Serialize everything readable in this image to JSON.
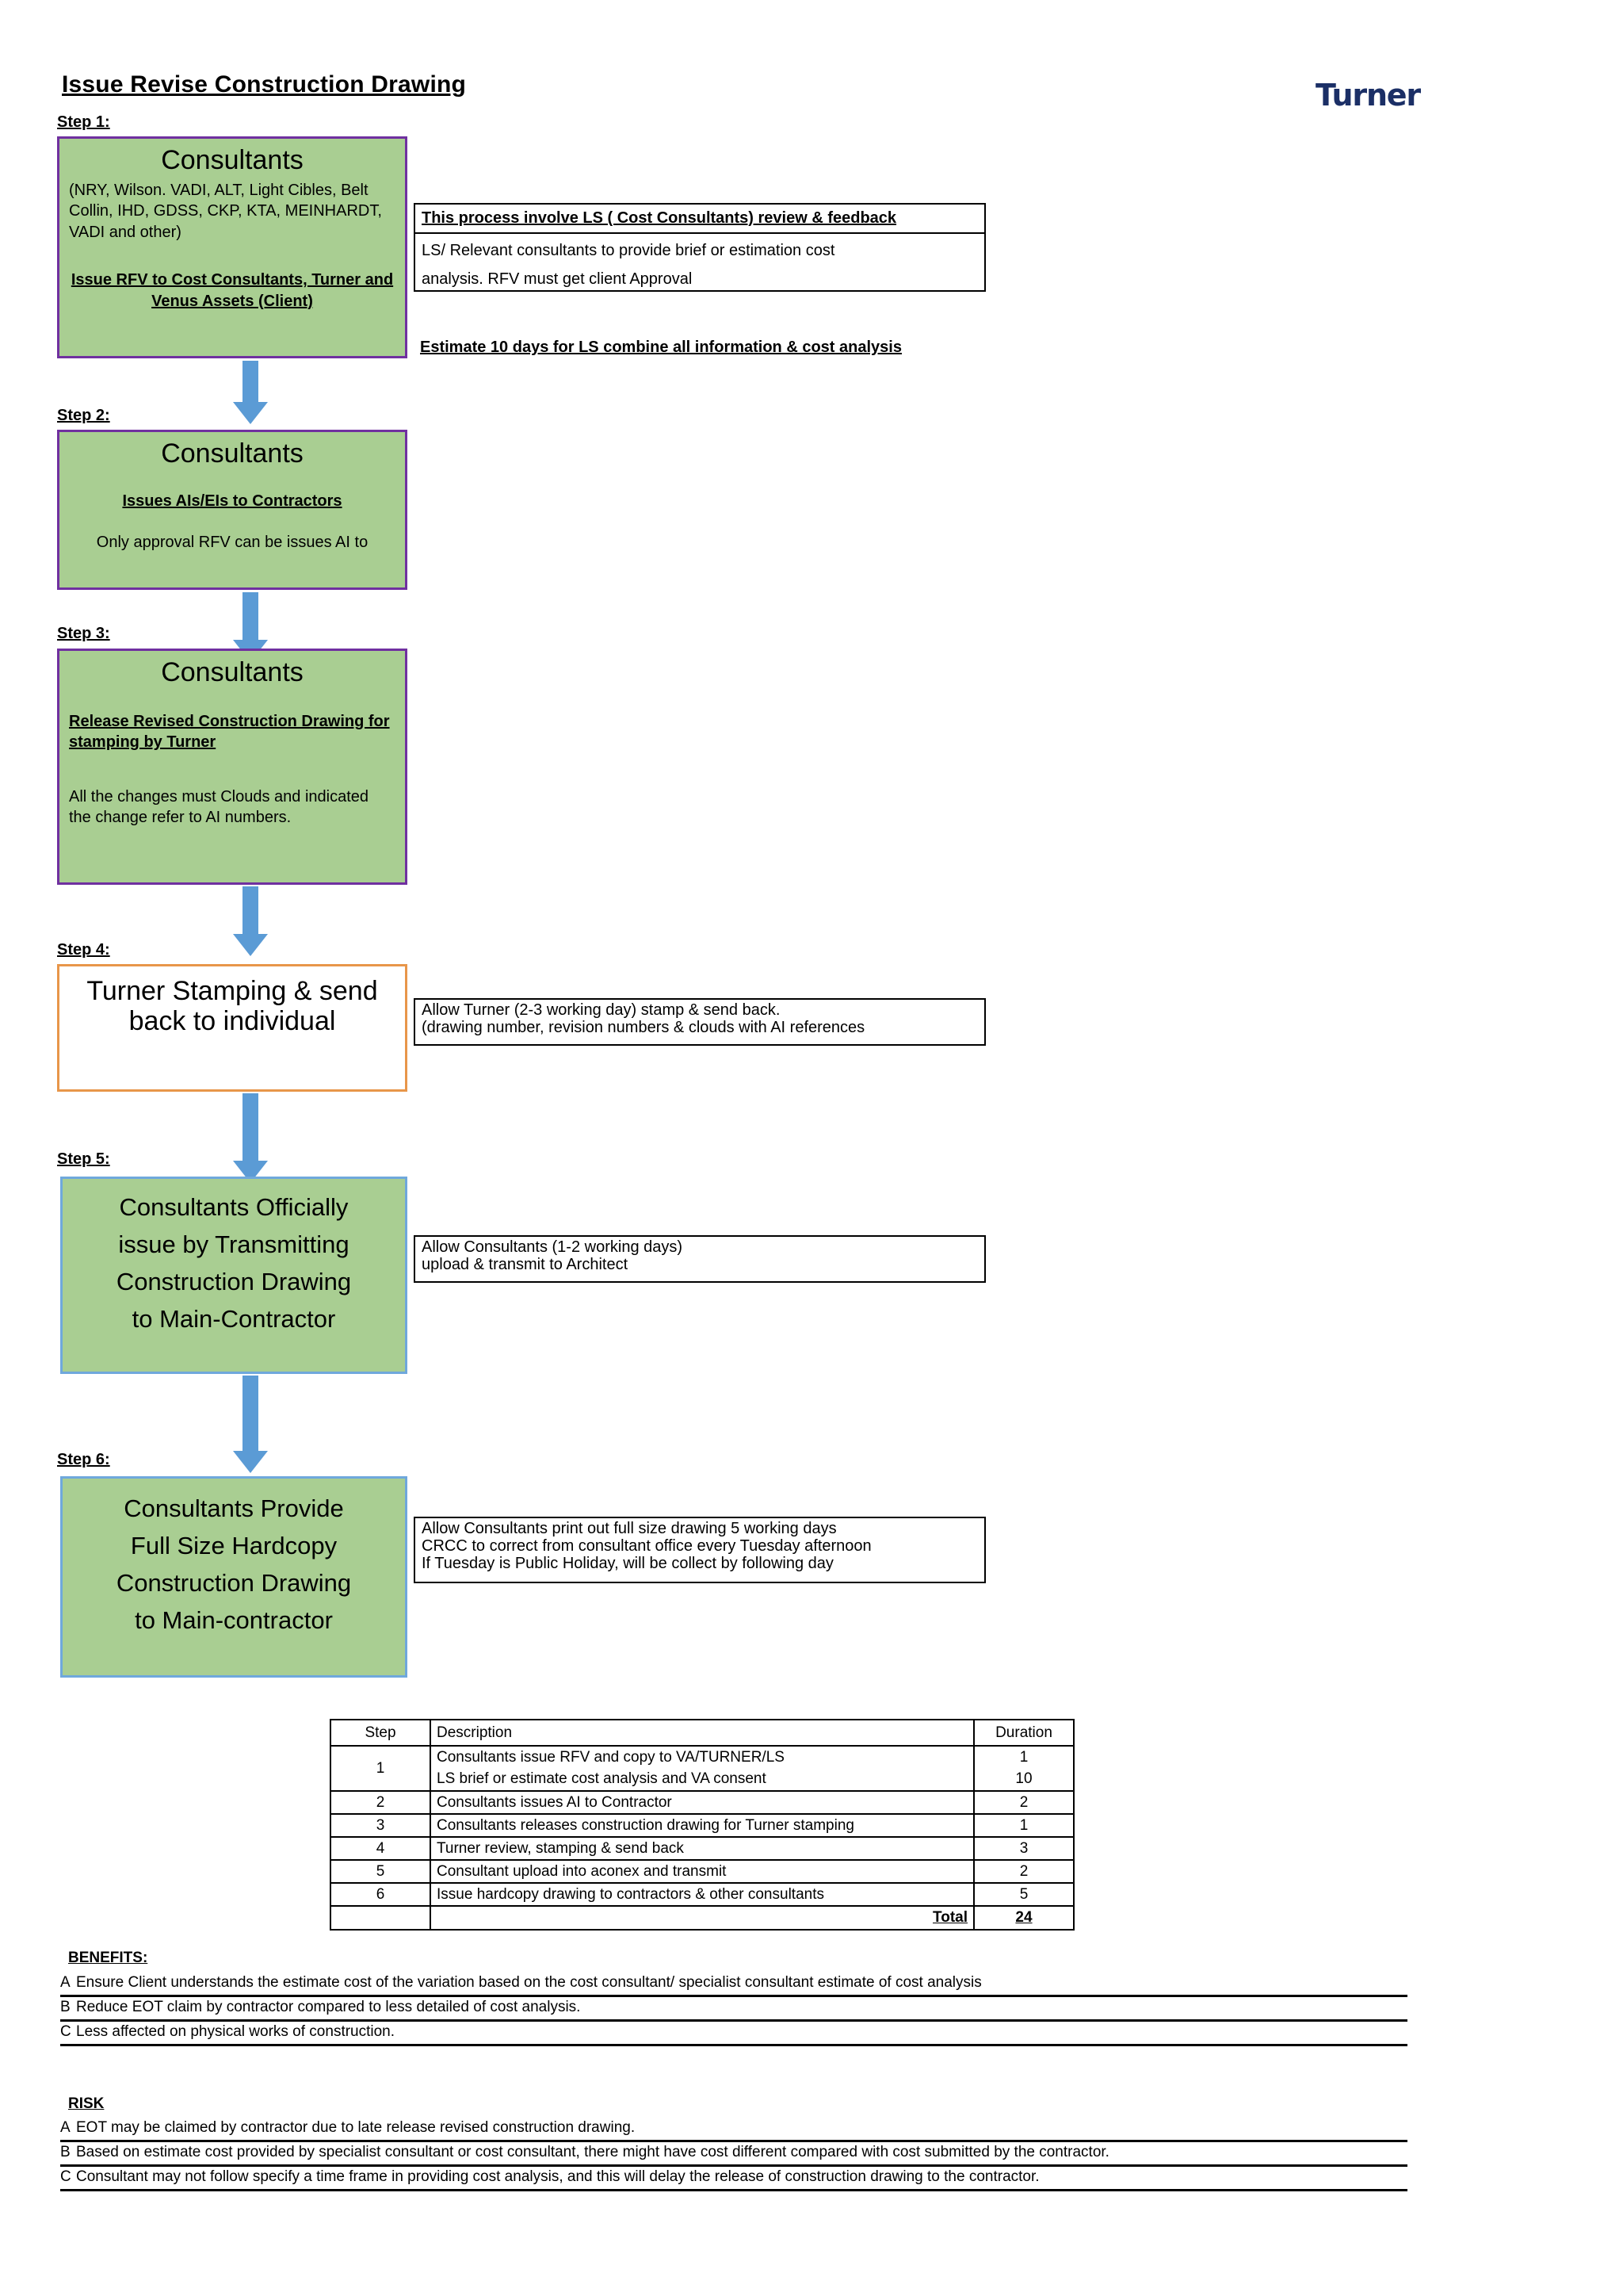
{
  "document": {
    "title": "Issue Revise Construction Drawing",
    "logo": "Turner"
  },
  "steps": [
    {
      "label": "Step 1:",
      "box": {
        "heading": "Consultants",
        "detail": "(NRY, Wilson. VADI, ALT, Light Cibles, Belt Collin, IHD, GDSS, CKP, KTA, MEINHARDT, VADI and other)",
        "emphasis_line1": "Issue RFV to Cost Consultants, Turner and",
        "emphasis_line2": "Venus Assets (Client)"
      },
      "note": {
        "header": "This process involve LS ( Cost Consultants) review & feedback",
        "body_line1": "LS/ Relevant consultants  to provide brief or estimation cost",
        "body_line2": "analysis. RFV must get client Approval"
      },
      "free_note": "Estimate 10 days for LS combine all information & cost analysis"
    },
    {
      "label": "Step 2:",
      "box": {
        "heading": "Consultants",
        "emphasis": "Issues AIs/EIs to Contractors",
        "detail": "Only approval RFV can be issues AI to"
      }
    },
    {
      "label": "Step 3:",
      "box": {
        "heading": "Consultants",
        "emphasis_line1": "Release Revised Construction Drawing for",
        "emphasis_line2": "stamping by Turner",
        "detail_line1": "All the changes must Clouds and indicated",
        "detail_line2": "the change refer to AI numbers."
      }
    },
    {
      "label": "Step 4:",
      "box": {
        "line1": "Turner Stamping & send",
        "line2": "back to individual"
      },
      "note": {
        "body_line1": "Allow Turner (2-3 working day) stamp & send back.",
        "body_line2": "(drawing number, revision numbers & clouds with AI references"
      }
    },
    {
      "label": "Step 5:",
      "box": {
        "line1": "Consultants Officially",
        "line2": "issue by Transmitting",
        "line3": "Construction Drawing",
        "line4": "to Main-Contractor"
      },
      "note": {
        "body_line1": "Allow Consultants (1-2 working days)",
        "body_line2": "upload & transmit to Architect"
      }
    },
    {
      "label": "Step 6:",
      "box": {
        "line1": "Consultants Provide",
        "line2": "Full Size Hardcopy",
        "line3": "Construction Drawing",
        "line4": "to Main-contractor"
      },
      "note": {
        "body_line1": "Allow Consultants print out full size drawing 5 working days",
        "body_line2": "CRCC to correct from consultant office every Tuesday afternoon",
        "body_line3": "If Tuesday is Public Holiday, will be collect by following day"
      }
    }
  ],
  "summary_table": {
    "headers": [
      "Step",
      "Description",
      "Duration"
    ],
    "rows": [
      {
        "step": "1",
        "descriptions": [
          "Consultants issue RFV and copy to VA/TURNER/LS",
          "LS brief or estimate cost analysis and VA consent"
        ],
        "durations": [
          "1",
          "10"
        ]
      },
      {
        "step": "2",
        "descriptions": [
          "Consultants issues AI to Contractor"
        ],
        "durations": [
          "2"
        ]
      },
      {
        "step": "3",
        "descriptions": [
          "Consultants releases construction drawing for Turner stamping"
        ],
        "durations": [
          "1"
        ]
      },
      {
        "step": "4",
        "descriptions": [
          "Turner review, stamping & send back"
        ],
        "durations": [
          "3"
        ]
      },
      {
        "step": "5",
        "descriptions": [
          "Consultant upload into aconex and transmit"
        ],
        "durations": [
          "2"
        ]
      },
      {
        "step": "6",
        "descriptions": [
          "Issue hardcopy drawing to contractors & other consultants"
        ],
        "durations": [
          "5"
        ]
      }
    ],
    "total_label": "Total",
    "total_value": "24"
  },
  "benefits": {
    "heading": "BENEFITS:",
    "items": [
      {
        "letter": "A",
        "text": "Ensure Client understands the estimate cost of the variation based on the cost consultant/ specialist consultant estimate of cost analysis"
      },
      {
        "letter": "B",
        "text": "Reduce EOT claim by contractor compared to less detailed of cost analysis."
      },
      {
        "letter": "C",
        "text": "Less affected on physical works of construction."
      }
    ]
  },
  "risk": {
    "heading": "RISK",
    "items": [
      {
        "letter": "A",
        "text": "EOT may be claimed by contractor due to late release revised construction drawing."
      },
      {
        "letter": "B",
        "text": "Based on estimate cost provided by specialist consultant or cost consultant, there might have cost different compared with cost submitted by the contractor."
      },
      {
        "letter": "C",
        "text": "Consultant may not follow specify a time frame in providing cost analysis, and this will delay the release of construction drawing to the contractor."
      }
    ]
  }
}
